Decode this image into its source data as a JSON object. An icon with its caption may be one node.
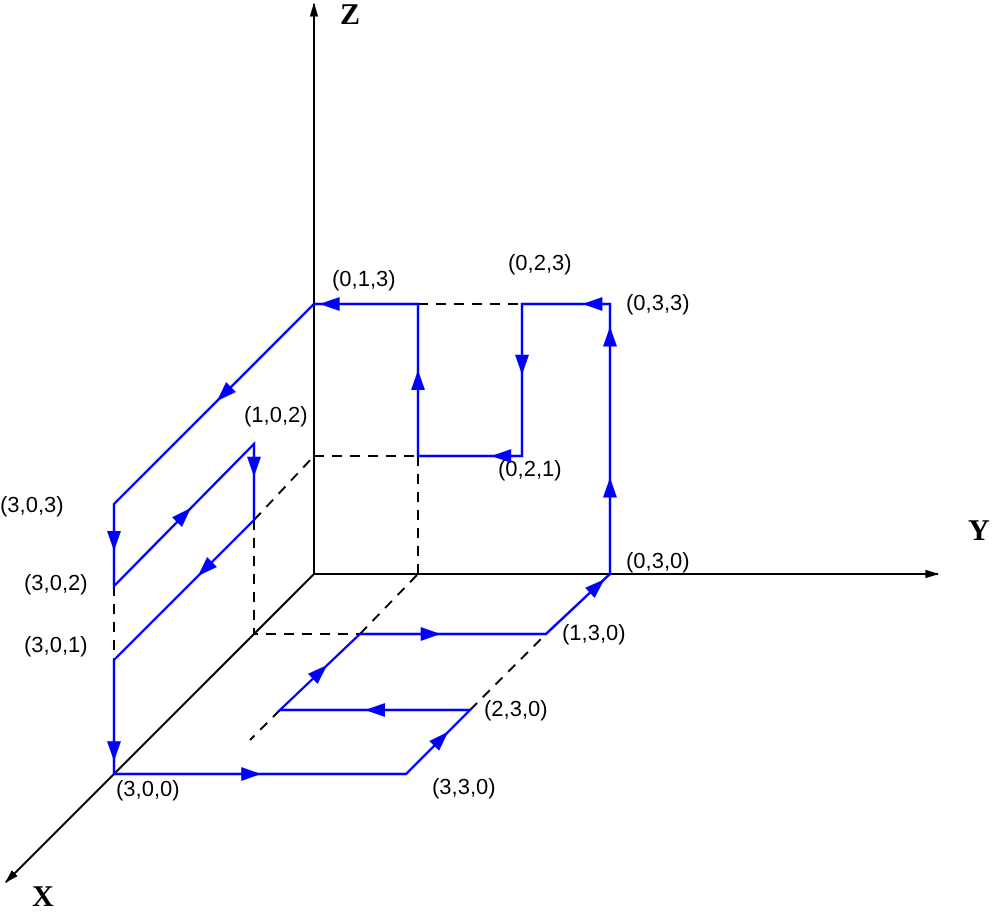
{
  "diagram": {
    "labels": [
      "Z",
      "(0,1,3)",
      "(0,2,3)",
      "(0,3,3)",
      "(1,0,2)",
      "(0,2,1)",
      "(3,0,3)",
      "Y",
      "(0,3,0)",
      "(3,0,2)",
      "(1,3,0)",
      "(3,0,1)",
      "(2,3,0)",
      "(3,0,0)",
      "(3,3,0)",
      "X"
    ]
  }
}
